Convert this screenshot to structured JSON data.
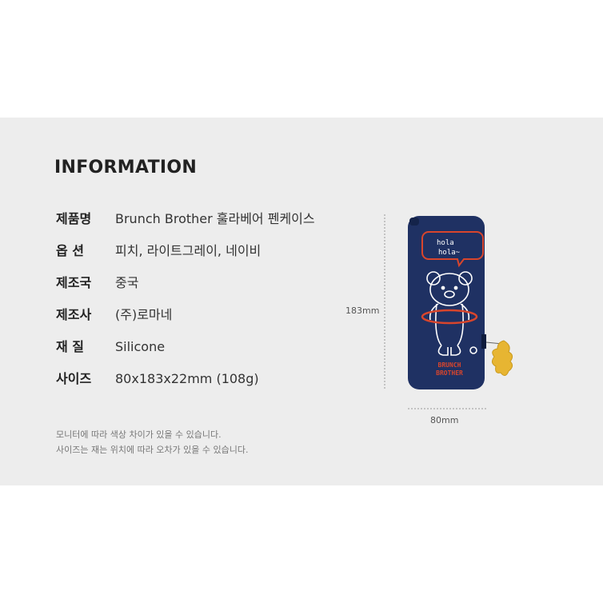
{
  "heading": "INFORMATION",
  "specs": [
    {
      "key": "제품명",
      "value": "Brunch Brother 훌라베어 펜케이스"
    },
    {
      "key": "옵 션",
      "value": "피치, 라이트그레이, 네이비"
    },
    {
      "key": "제조국",
      "value": "중국"
    },
    {
      "key": "제조사",
      "value": "(주)로마네"
    },
    {
      "key": "재 질",
      "value": "Silicone"
    },
    {
      "key": "사이즈",
      "value": "80x183x22mm (108g)"
    }
  ],
  "notes": [
    "모니터에 따라 색상 차이가 있을 수 있습니다.",
    "사이즈는 재는 위치에 따라 오차가 있을 수 있습니다."
  ],
  "dimensions": {
    "height": "183mm",
    "width": "80mm"
  },
  "product_art": {
    "speech_text_1": "hola",
    "speech_text_2": "hola~",
    "brand_line_1": "BRUNCH",
    "brand_line_2": "BROTHER"
  },
  "colors": {
    "panel": "#ededed",
    "case_navy": "#1f3163",
    "accent_red": "#d8452c",
    "charm_yellow": "#e7b532"
  }
}
